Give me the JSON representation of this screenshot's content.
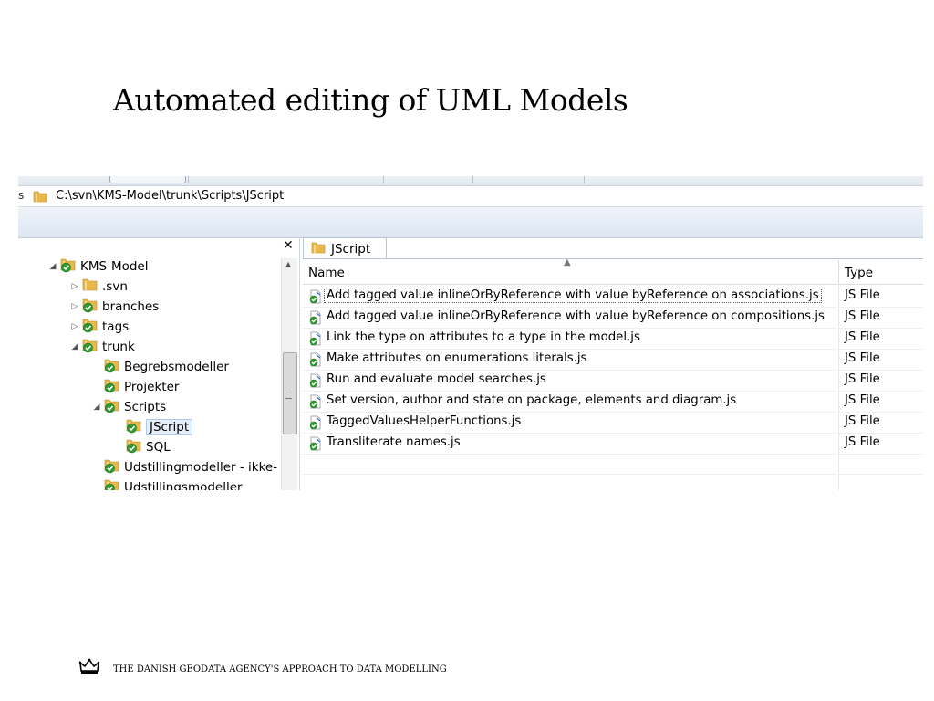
{
  "slide": {
    "title": "Automated editing of UML Models",
    "footer": "THE DANISH GEODATA AGENCY'S APPROACH TO DATA MODELLING"
  },
  "explorer": {
    "address_lead": "s",
    "address_path": "C:\\svn\\KMS-Model\\trunk\\Scripts\\JScript",
    "tree": {
      "close_glyph": "✕",
      "items": [
        {
          "label": "KMS-Model",
          "expanded": true,
          "icon": "svn-folder-ok-icon"
        },
        {
          "label": ".svn",
          "expanded": false,
          "icon": "folder-icon"
        },
        {
          "label": "branches",
          "expanded": false,
          "icon": "svn-folder-ok-icon"
        },
        {
          "label": "tags",
          "expanded": false,
          "icon": "svn-folder-ok-icon"
        },
        {
          "label": "trunk",
          "expanded": true,
          "icon": "svn-folder-ok-icon"
        },
        {
          "label": "Begrebsmodeller",
          "icon": "svn-folder-ok-icon"
        },
        {
          "label": "Projekter",
          "icon": "svn-folder-ok-icon"
        },
        {
          "label": "Scripts",
          "expanded": true,
          "icon": "svn-folder-ok-icon"
        },
        {
          "label": "JScript",
          "selected": true,
          "icon": "svn-folder-ok-icon"
        },
        {
          "label": "SQL",
          "icon": "svn-folder-ok-icon"
        },
        {
          "label": "Udstillingmodeller - ikke-",
          "icon": "svn-folder-ok-icon"
        },
        {
          "label": "Udstillingsmodeller",
          "icon": "svn-folder-ok-icon"
        }
      ]
    },
    "tab_label": "JScript",
    "columns": {
      "name": "Name",
      "type": "Type"
    },
    "files": [
      {
        "name": "Add tagged value inlineOrByReference with value byReference on associations.js",
        "type": "JS File"
      },
      {
        "name": "Add tagged value inlineOrByReference with value byReference on compositions.js",
        "type": "JS File"
      },
      {
        "name": "Link the type on attributes to a type in the model.js",
        "type": "JS File"
      },
      {
        "name": "Make attributes on enumerations literals.js",
        "type": "JS File"
      },
      {
        "name": "Run and evaluate model searches.js",
        "type": "JS File"
      },
      {
        "name": "Set version, author and state on package, elements and diagram.js",
        "type": "JS File"
      },
      {
        "name": "TaggedValuesHelperFunctions.js",
        "type": "JS File"
      },
      {
        "name": "Transliterate names.js",
        "type": "JS File"
      }
    ]
  },
  "colors": {
    "folder": "#e8b84a",
    "svn_ok": "#2f9a2f",
    "selection": "#e6eef9"
  }
}
